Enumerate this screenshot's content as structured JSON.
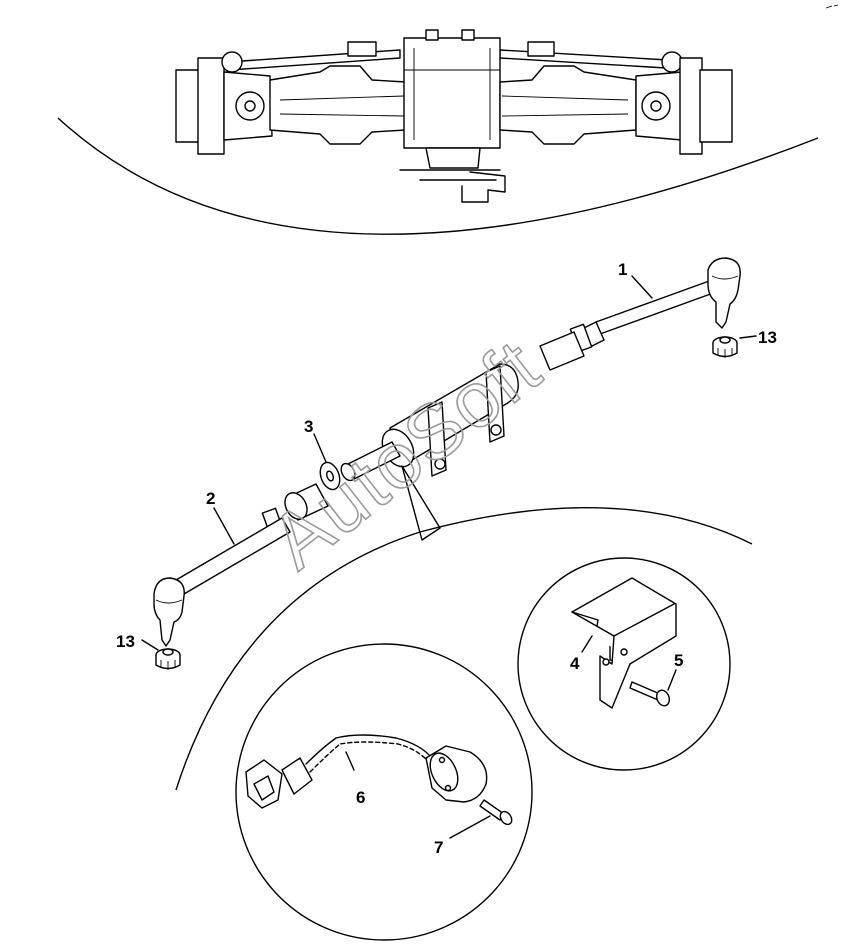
{
  "callouts": {
    "c1": "1",
    "c2": "2",
    "c3": "3",
    "c4": "4",
    "c5": "5",
    "c6": "6",
    "c7": "7",
    "c13_right": "13",
    "c13_left": "13"
  },
  "watermark": "AutoSoft"
}
